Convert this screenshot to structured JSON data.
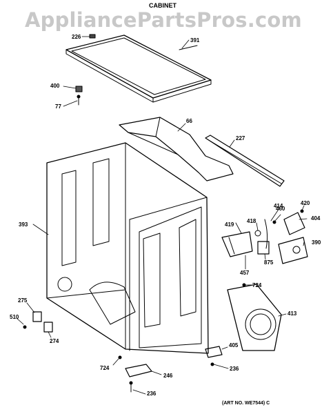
{
  "watermark": "AppliancePartsPros.com",
  "title": "CABINET",
  "art_number": "(ART NO. WE7544) C",
  "callouts": {
    "p226": "226",
    "p391": "391",
    "p400": "400",
    "p77": "77",
    "p66": "66",
    "p227": "227",
    "p393": "393",
    "p414": "414",
    "p460": "460",
    "p420": "420",
    "p404": "404",
    "p419": "419",
    "p418": "418",
    "p390": "390",
    "p875": "875",
    "p457": "457",
    "p724a": "724",
    "p413": "413",
    "p275": "275",
    "p510": "510",
    "p274": "274",
    "p405": "405",
    "p724b": "724",
    "p246": "246",
    "p236a": "236",
    "p236b": "236"
  }
}
